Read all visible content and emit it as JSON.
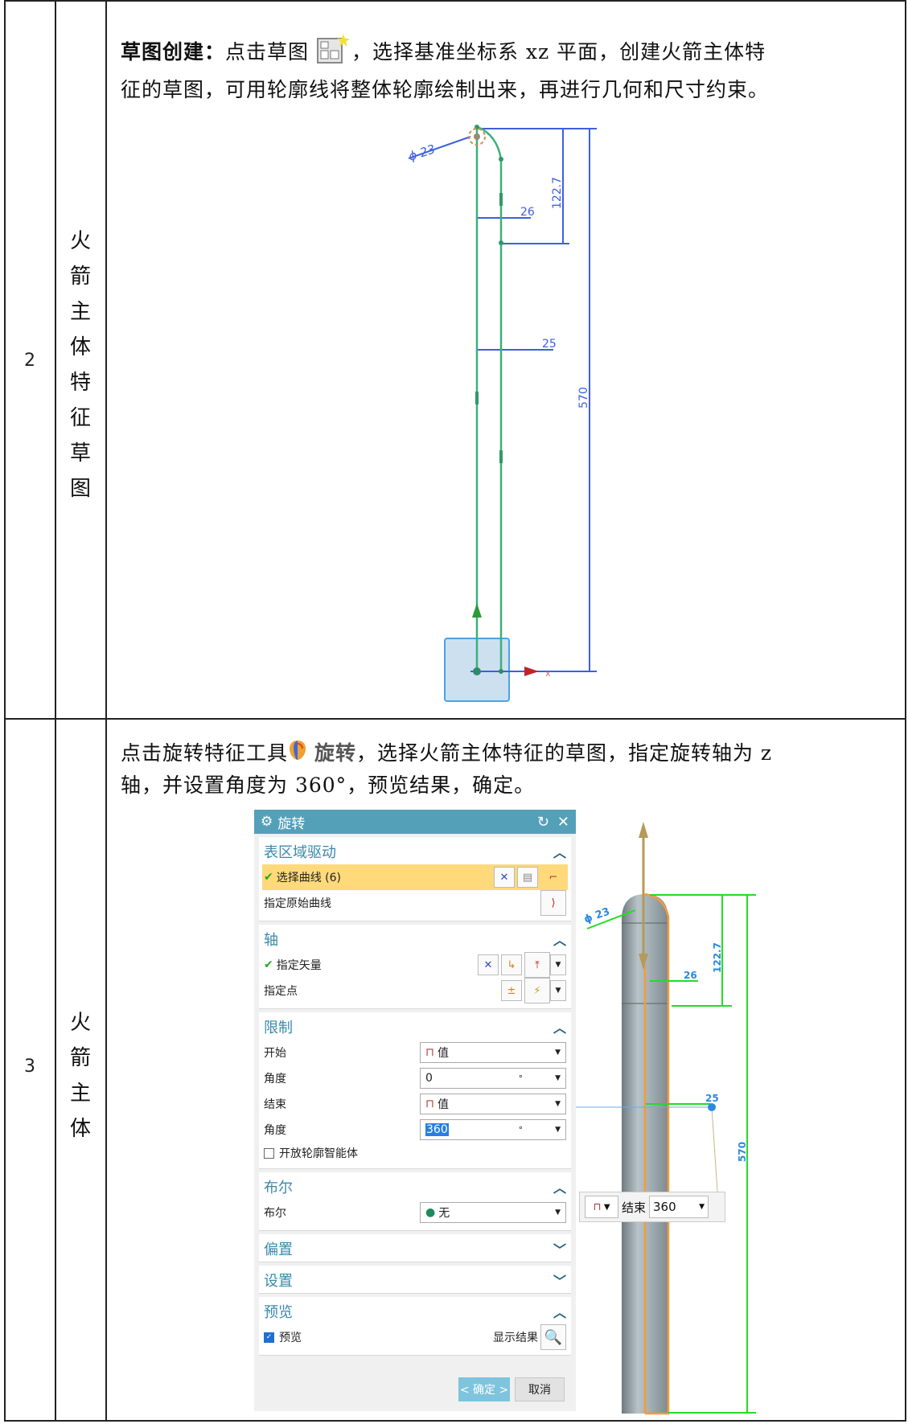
{
  "rows": [
    {
      "number": "2",
      "label_chars": [
        "火",
        "箭",
        "主",
        "体",
        "特",
        "征",
        "草",
        "图"
      ],
      "paragraph": {
        "bold_prefix": "草图创建：",
        "part1": "点击草图",
        "icon": "sketch-icon",
        "part2": "，选择基准坐标系 xz 平面，创建火箭主体特",
        "line2": "征的草图，可用轮廓线将整体轮廓绘制出来，再进行几何和尺寸约束。"
      },
      "sketch": {
        "dim_diameter": "ϕ 23",
        "dim_26": "26",
        "dim_122_7": "122.7",
        "dim_25": "25",
        "dim_570": "570",
        "axis_label": "x",
        "colors": {
          "profile": "#3bb07a",
          "dimension": "#3e5fe0",
          "plane": "#cde0f0",
          "plane_border": "#4aa3e8",
          "x_axis": "#c0242a",
          "z_axis": "#2e9a3a"
        }
      }
    },
    {
      "number": "3",
      "label_chars": [
        "火",
        "箭",
        "主",
        "体"
      ],
      "paragraph": {
        "part1": "点击旋转特征工具",
        "icon": "revolve-icon",
        "icon_label": "旋转",
        "part2": "，选择火箭主体特征的草图，指定旋转轴为 z",
        "line2": "轴，并设置角度为 360°，预览结果，确定。"
      },
      "dialog": {
        "title": "旋转",
        "title_controls": [
          "reset-icon",
          "close-icon"
        ],
        "groups": {
          "section": {
            "title": "表区域驱动",
            "select_curve": "选择曲线 (6)",
            "original_curve": "指定原始曲线"
          },
          "axis": {
            "title": "轴",
            "vector": "指定矢量",
            "point": "指定点"
          },
          "limits": {
            "title": "限制",
            "start_label": "开始",
            "start_value": "值",
            "start_angle_label": "角度",
            "start_angle": "0",
            "end_label": "结束",
            "end_value": "值",
            "end_angle_label": "角度",
            "end_angle": "360",
            "degree_unit": "°",
            "open_profile": "开放轮廓智能体"
          },
          "boolean": {
            "title": "布尔",
            "label": "布尔",
            "value": "无"
          },
          "offset": {
            "title": "偏置"
          },
          "settings": {
            "title": "设置"
          },
          "preview": {
            "title": "预览",
            "checkbox": "预览",
            "show_result": "显示结果"
          }
        },
        "ok": "< 确定 >",
        "cancel": "取消",
        "colors": {
          "title_bar": "#55a0b9",
          "group_title": "#3a8aaa",
          "highlight": "#ffd97a",
          "ok": "#7ec4dd"
        }
      },
      "model": {
        "dim_diameter": "ϕ 23",
        "dim_26": "26",
        "dim_122_7": "122.7",
        "dim_25": "25",
        "dim_570": "570",
        "mini_toolbar": {
          "end_label": "结束",
          "end_value": "360"
        },
        "colors": {
          "dimension": "#22dd22",
          "text": "#2a8ae0",
          "edge": "#f59a3c",
          "body": "#9aa7ad",
          "vector": "#b59a5a"
        }
      }
    }
  ]
}
